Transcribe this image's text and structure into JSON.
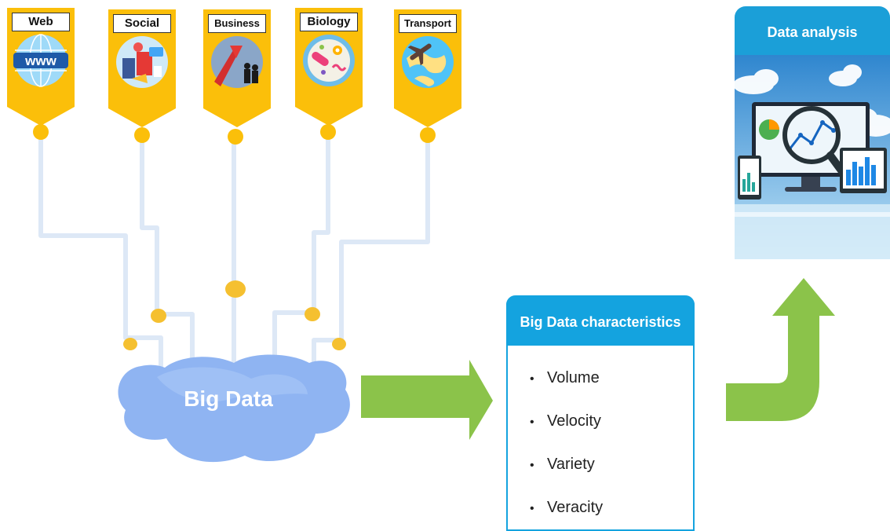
{
  "sources": [
    {
      "label": "Web",
      "icon": "www-globe-icon"
    },
    {
      "label": "Social",
      "icon": "social-media-icon"
    },
    {
      "label": "Business",
      "icon": "business-icon"
    },
    {
      "label": "Biology",
      "icon": "petri-dish-icon"
    },
    {
      "label": "Transport",
      "icon": "airplane-globe-icon"
    }
  ],
  "hub": {
    "label": "Big Data"
  },
  "characteristics": {
    "title": "Big Data characteristics",
    "items": [
      "Volume",
      "Velocity",
      "Variety",
      "Veracity"
    ]
  },
  "analysis": {
    "title": "Data analysis",
    "icon": "data-analysis-dashboard-icon"
  },
  "colors": {
    "badge": "#fbbf0a",
    "connector": "#dde8f6",
    "node": "#f5c030",
    "cloud": "#8fb4f2",
    "arrow": "#8bc34a",
    "accent": "#14a3df"
  },
  "icons": {
    "www": "www"
  }
}
